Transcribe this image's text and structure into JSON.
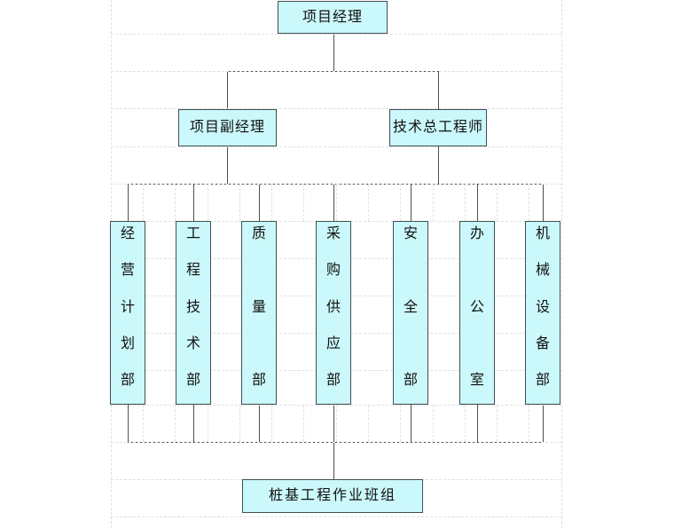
{
  "org": {
    "root": {
      "label": "项目经理"
    },
    "level2": [
      {
        "label": "项目副经理"
      },
      {
        "label": "技术总工程师"
      }
    ],
    "departments": [
      {
        "label": "经营计划部"
      },
      {
        "label": "工程技术部"
      },
      {
        "label": "质量部"
      },
      {
        "label": "采购供应部"
      },
      {
        "label": "安全部"
      },
      {
        "label": "办公室"
      },
      {
        "label": "机械设备部"
      }
    ],
    "bottom": {
      "label": "桩基工程作业班组"
    },
    "colors": {
      "node_fill": "#cbf8fa",
      "node_border": "#3f4f54",
      "connector": "#4f4f4f",
      "gridline": "#e0e0e0",
      "background": "#ffffff",
      "text": "#111111"
    }
  }
}
